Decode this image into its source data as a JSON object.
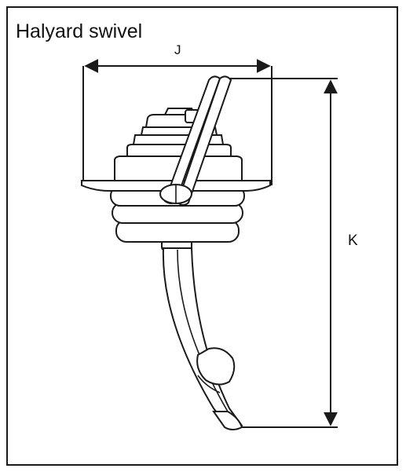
{
  "figure": {
    "title": "Halyard swivel",
    "dimension_width_label": "J",
    "dimension_height_label": "K"
  },
  "colors": {
    "line": "#1a1a1a",
    "background": "#ffffff"
  }
}
